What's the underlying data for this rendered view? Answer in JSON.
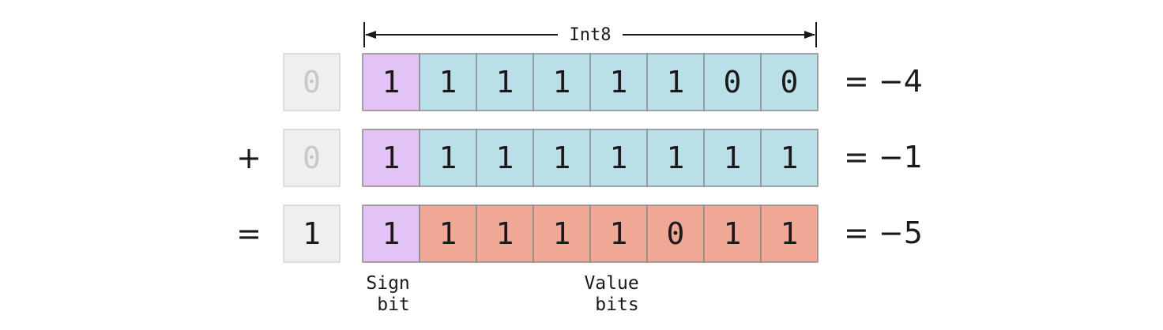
{
  "header": {
    "label": "Int8"
  },
  "colors": {
    "sign": "#e3c3f5",
    "value": "#bbdfe8",
    "result_value": "#f0a796",
    "overflow_bg": "#efefef"
  },
  "rows": [
    {
      "operator": "",
      "overflow": "0",
      "overflow_active": false,
      "bits": [
        "1",
        "1",
        "1",
        "1",
        "1",
        "1",
        "0",
        "0"
      ],
      "result": "= −4",
      "value_style": "value"
    },
    {
      "operator": "+",
      "overflow": "0",
      "overflow_active": false,
      "bits": [
        "1",
        "1",
        "1",
        "1",
        "1",
        "1",
        "1",
        "1"
      ],
      "result": "= −1",
      "value_style": "value"
    },
    {
      "operator": "=",
      "overflow": "1",
      "overflow_active": true,
      "bits": [
        "1",
        "1",
        "1",
        "1",
        "1",
        "0",
        "1",
        "1"
      ],
      "result": "= −5",
      "value_style": "result_value"
    }
  ],
  "labels": {
    "sign_bit": [
      "Sign",
      "bit"
    ],
    "value_bits": [
      "Value",
      "bits"
    ]
  }
}
